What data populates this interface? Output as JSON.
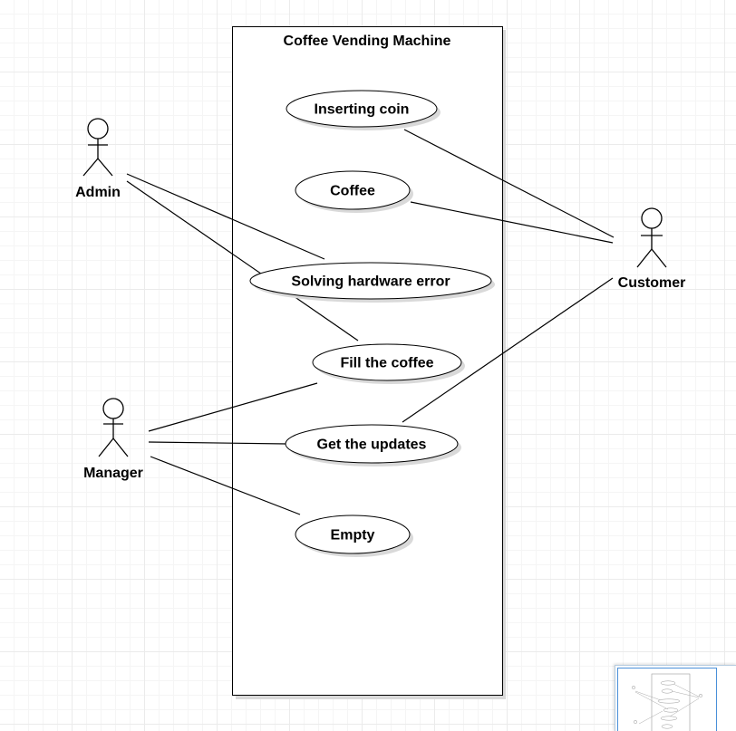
{
  "diagram": {
    "system_title": "Coffee Vending Machine",
    "actors": [
      {
        "id": "admin",
        "label": "Admin"
      },
      {
        "id": "manager",
        "label": "Manager"
      },
      {
        "id": "customer",
        "label": "Customer"
      }
    ],
    "use_cases": [
      {
        "id": "inserting-coin",
        "label": "Inserting coin"
      },
      {
        "id": "coffee",
        "label": "Coffee"
      },
      {
        "id": "solving-hardware-error",
        "label": "Solving hardware error"
      },
      {
        "id": "fill-the-coffee",
        "label": "Fill the coffee"
      },
      {
        "id": "get-the-updates",
        "label": "Get the updates"
      },
      {
        "id": "empty",
        "label": "Empty"
      }
    ],
    "associations": [
      {
        "from": "admin",
        "to": "solving-hardware-error"
      },
      {
        "from": "admin",
        "to": "fill-the-coffee"
      },
      {
        "from": "manager",
        "to": "fill-the-coffee"
      },
      {
        "from": "manager",
        "to": "get-the-updates"
      },
      {
        "from": "manager",
        "to": "empty"
      },
      {
        "from": "customer",
        "to": "inserting-coin"
      },
      {
        "from": "customer",
        "to": "coffee"
      },
      {
        "from": "customer",
        "to": "get-the-updates"
      }
    ]
  },
  "colors": {
    "stroke": "#000000",
    "shape_fill": "#ffffff",
    "shadow": "#d9d9d9",
    "grid_major": "#ebebeb",
    "grid_minor": "#f5f5f5",
    "minimap_border": "#4a90d9"
  }
}
